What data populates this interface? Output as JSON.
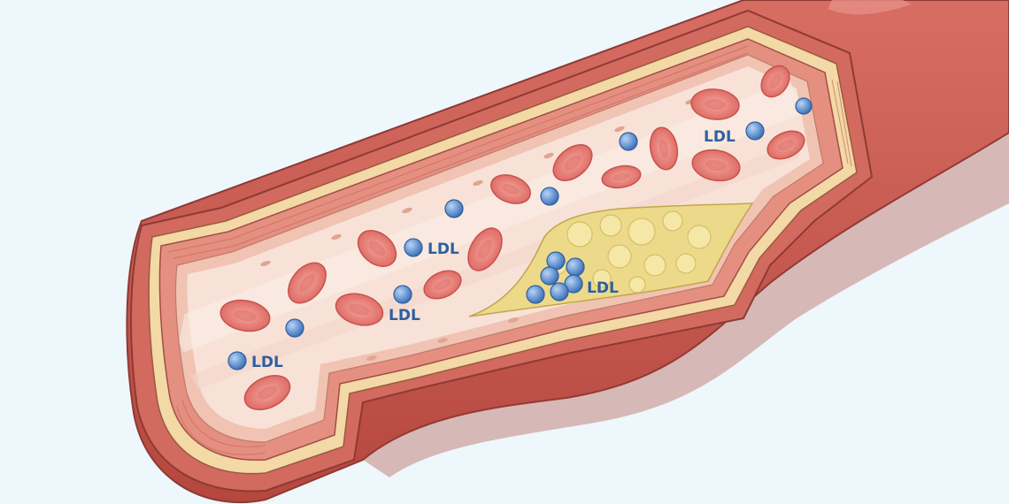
{
  "figure": {
    "labels": [
      {
        "id": "ldl-1",
        "text": "LDL"
      },
      {
        "id": "ldl-2",
        "text": "LDL"
      },
      {
        "id": "ldl-3",
        "text": "LDL"
      },
      {
        "id": "ldl-4",
        "text": "LDL"
      },
      {
        "id": "ldl-5",
        "text": "LDL"
      }
    ]
  },
  "colors": {
    "background": "#eef7fb",
    "vessel_outer": "#c85a52",
    "vessel_inner": "#e7a898",
    "lumen": "#f6ddd4",
    "plaque": "#ecd98a",
    "red_blood_cell": "#e57f78",
    "ldl_particle": "#5f8fd0"
  }
}
